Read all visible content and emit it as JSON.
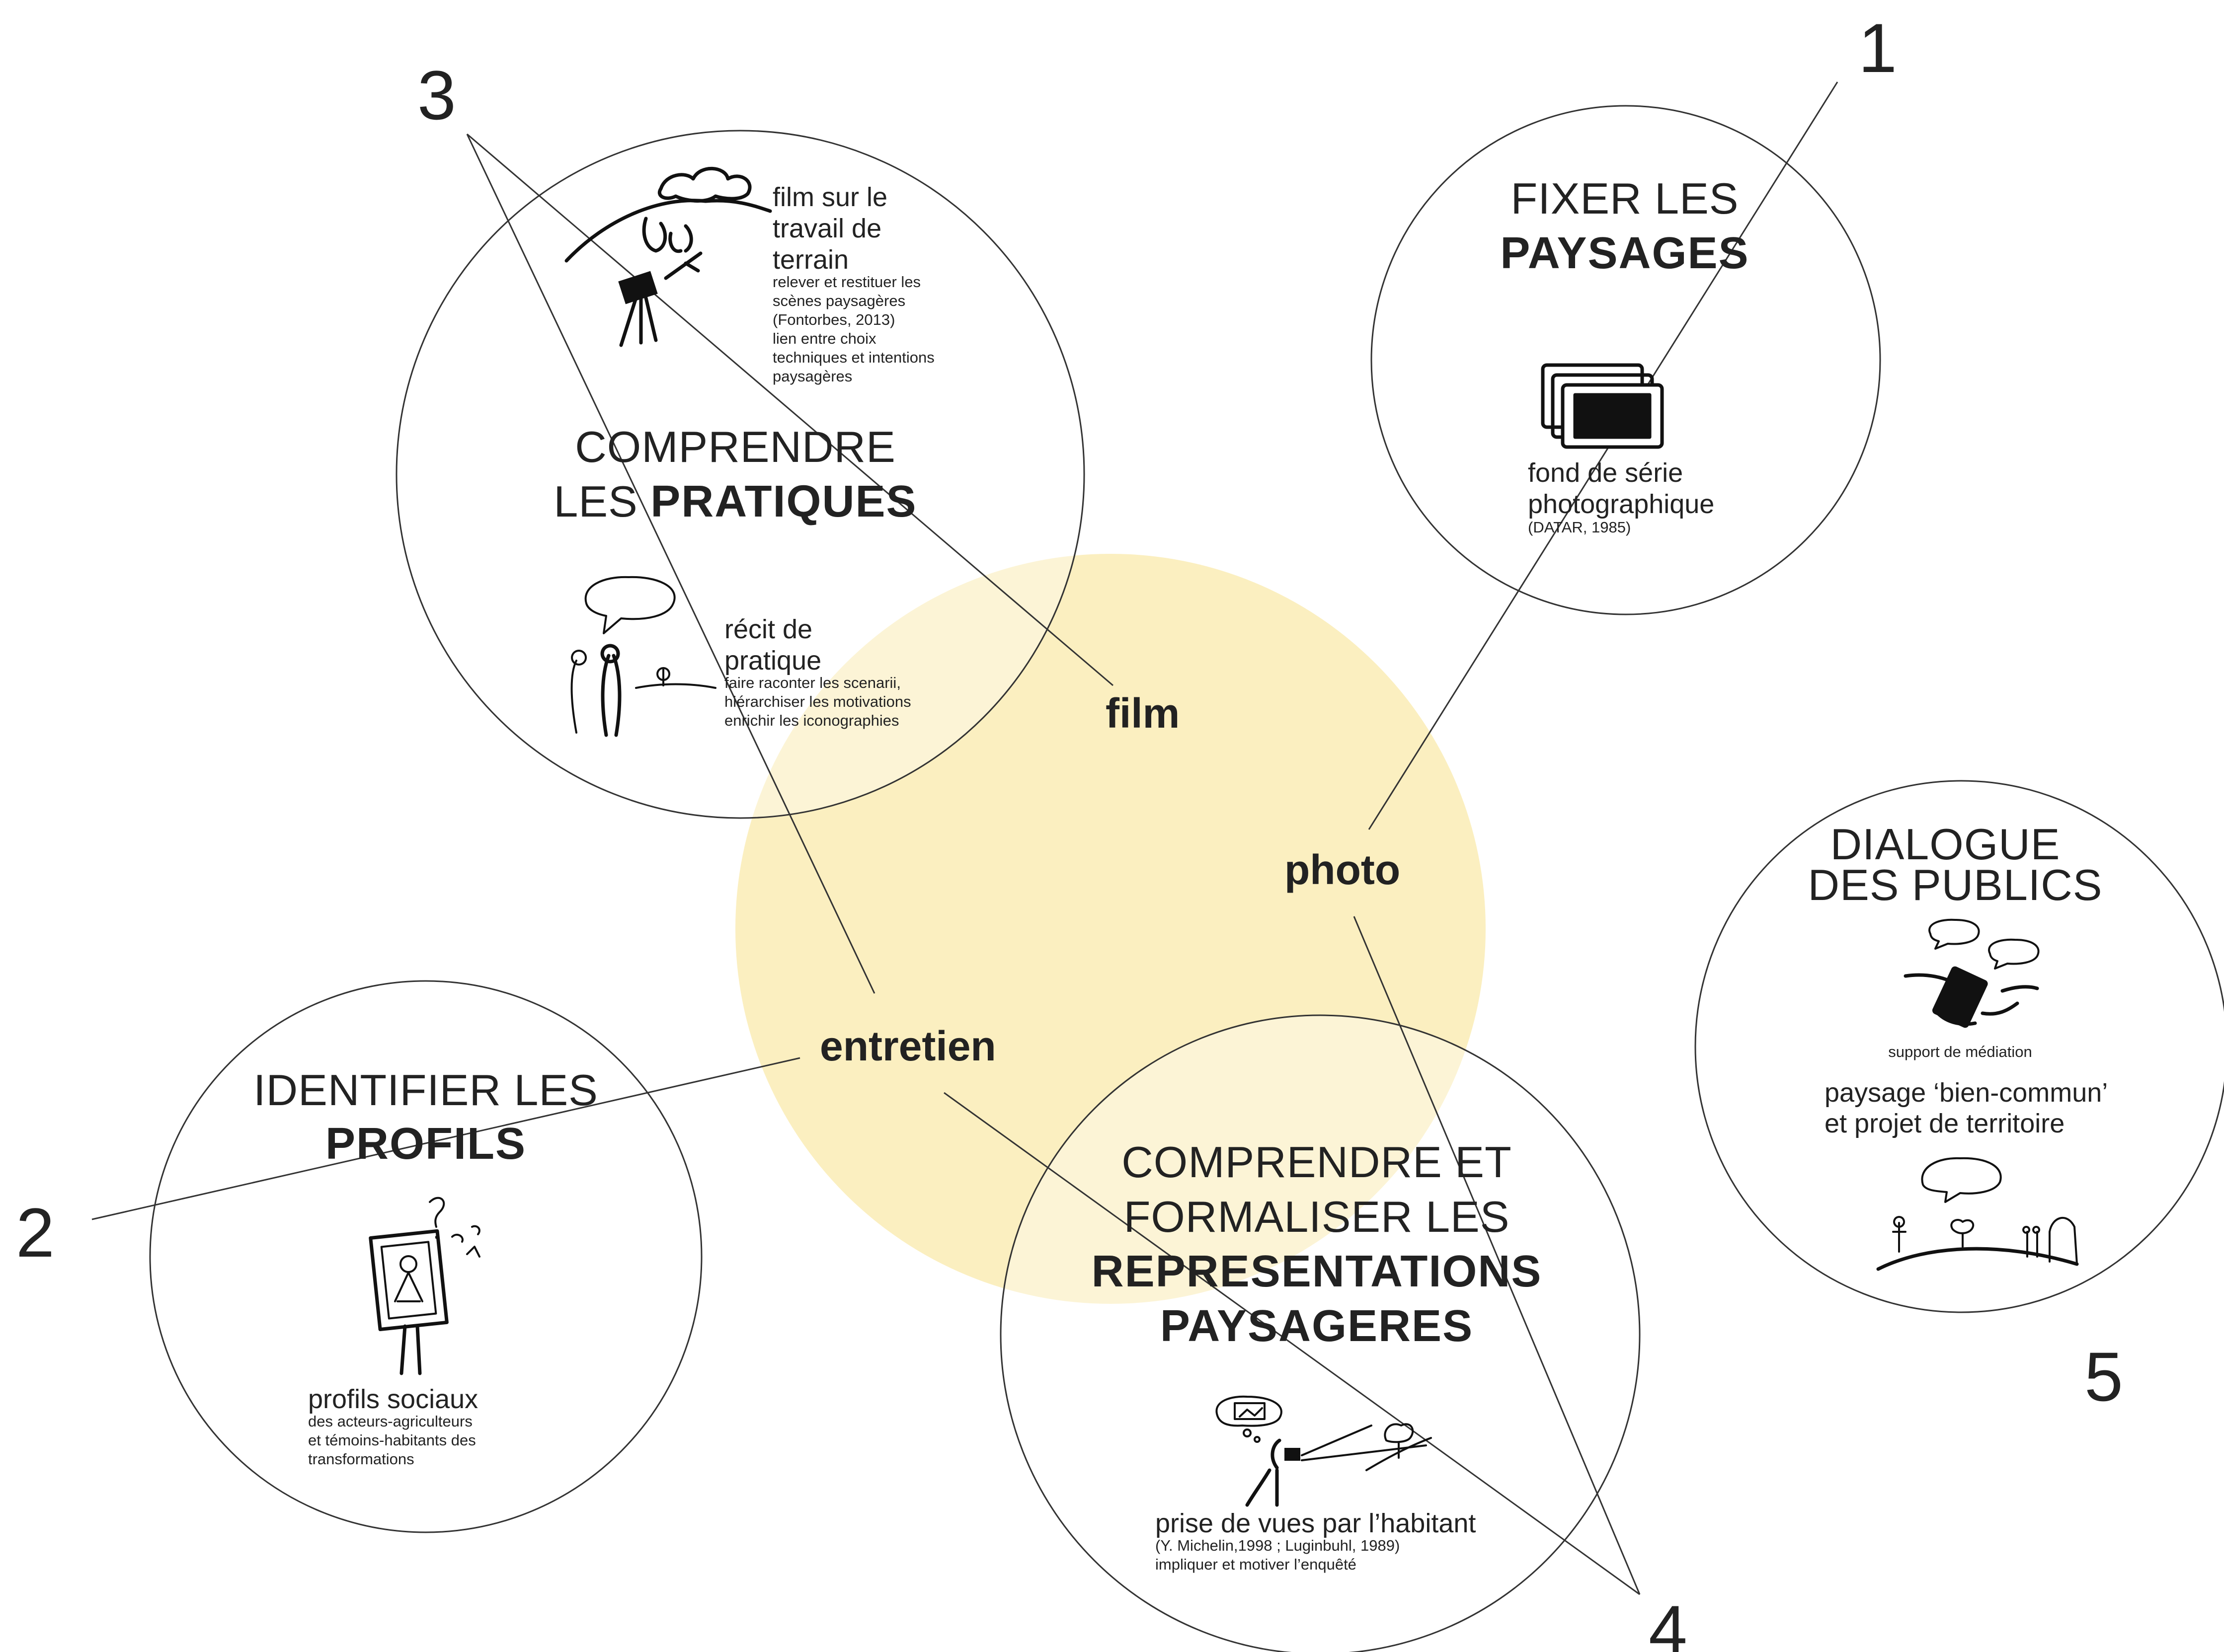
{
  "colors": {
    "central_circle": "#fbefc0",
    "circle_fill": "#ffffff",
    "lines": "#333333",
    "text": "#222222"
  },
  "central": {
    "methods": {
      "film": "film",
      "photo": "photo",
      "entretien": "entretien"
    }
  },
  "steps": [
    {
      "number": "1",
      "title_line1": "FIXER LES",
      "title_line2_bold": "PAYSAGES",
      "icon": "photo-stack-icon",
      "label": "fond de série",
      "label_line2": "photographique",
      "detail": "(DATAR, 1985)"
    },
    {
      "number": "2",
      "title_line1": "IDENTIFIER LES",
      "title_line2_bold": "PROFILS",
      "icon": "portrait-frame-icon",
      "label": "profils sociaux",
      "detail_lines": [
        "des acteurs-agriculteurs",
        "et témoins-habitants des",
        "transformations"
      ]
    },
    {
      "number": "3",
      "title_line1": "COMPRENDRE",
      "title_line2_prefix": "LES",
      "title_line2_bold": "PRATIQUES",
      "top_item": {
        "icon": "camera-filming-icon",
        "label_lines": [
          "film sur le",
          "travail de",
          "terrain"
        ],
        "detail_lines": [
          "relever et restituer les",
          "scènes paysagères",
          "(Fontorbes, 2013)",
          "lien entre choix",
          "techniques et intentions",
          "paysagères"
        ]
      },
      "bottom_item": {
        "icon": "conversation-icon",
        "label_lines": [
          "récit de",
          "pratique"
        ],
        "detail_lines": [
          "faire raconter les scenarii,",
          "hiérarchiser les motivations",
          "enrichir les iconographies"
        ]
      }
    },
    {
      "number": "4",
      "title_line1": "COMPRENDRE ET",
      "title_line2": "FORMALISER LES",
      "title_line3_bold": "REPRESENTATIONS",
      "title_line4_bold": "PAYSAGERES",
      "icon": "photographer-icon",
      "label": "prise de vues par l’habitant",
      "detail_lines": [
        "(Y. Michelin,1998 ; Luginbuhl, 1989)",
        "impliquer et motiver l’enquêté"
      ]
    },
    {
      "number": "5",
      "title_line1": "DIALOGUE",
      "title_line2": "DES PUBLICS",
      "top_icon": "tablet-dialogue-icon",
      "support_label": "support de médiation",
      "label_lines": [
        "paysage ‘bien-commun’",
        "et projet de territoire"
      ],
      "bottom_icon": "community-landscape-icon"
    }
  ]
}
